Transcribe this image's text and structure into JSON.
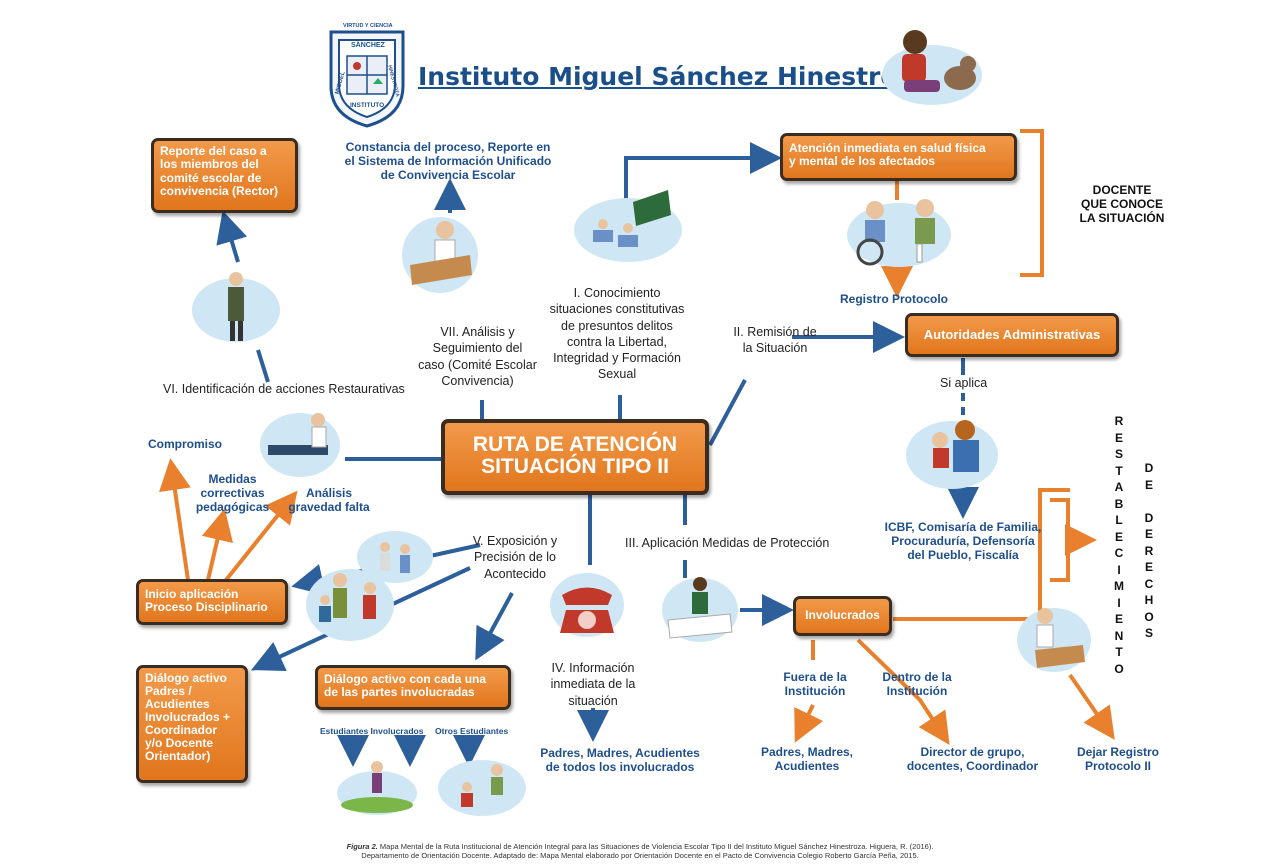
{
  "header": {
    "title": "Instituto Miguel Sánchez Hinestroza",
    "logo_text": [
      "VIRTUD Y CIENCIA",
      "SÁNCHEZ",
      "MIGUEL",
      "INSTITUTO",
      "HINESTROZA"
    ]
  },
  "center_box": {
    "line1": "RUTA DE ATENCIÓN",
    "line2": "SITUACIÓN TIPO II"
  },
  "boxes": {
    "reporte_caso": {
      "lines": [
        "Reporte del caso a",
        "los miembros del",
        "comité escolar de",
        "convivencia (Rector)"
      ]
    },
    "atencion_inmediata": {
      "lines": [
        "Atención inmediata en salud física",
        "y mental de los afectados"
      ]
    },
    "autoridades": {
      "lines": [
        "Autoridades Administrativas"
      ]
    },
    "inicio_aplicacion": {
      "lines": [
        "Inicio aplicación",
        "Proceso Disciplinario"
      ]
    },
    "dialogo_padres": {
      "lines": [
        "Diálogo activo",
        "Padres /",
        "Acudientes",
        "Involucrados +",
        "Coordinador",
        "y/o Docente",
        "Orientador)"
      ]
    },
    "dialogo_partes": {
      "lines": [
        "Diálogo activo con cada una",
        "de las partes involucradas"
      ]
    },
    "involucrados": {
      "lines": [
        "Involucrados"
      ]
    }
  },
  "blue_labels": {
    "constancia": [
      "Constancia del proceso, Reporte en",
      "el Sistema de Información Unificado",
      "de Convivencia Escolar"
    ],
    "docente": [
      "DOCENTE",
      "QUE CONOCE",
      "LA SITUACIÓN"
    ],
    "registro_protocolo": "Registro Protocolo",
    "compromiso": "Compromiso",
    "medidas": [
      "Medidas",
      "correctivas",
      "pedagógicas"
    ],
    "analisis": [
      "Análisis",
      "gravedad falta"
    ],
    "icbf": [
      "ICBF, Comisaría de Familia,",
      "Procuraduría, Defensoría",
      "del Pueblo, Fiscalía"
    ],
    "padres_todos": [
      "Padres, Madres, Acudientes",
      "de todos los involucrados"
    ],
    "fuera": [
      "Fuera de la",
      "Institución"
    ],
    "dentro": [
      "Dentro de la",
      "Institución"
    ],
    "padres_acudientes": [
      "Padres, Madres,",
      "Acudientes"
    ],
    "director": [
      "Director de grupo,",
      "docentes, Coordinador"
    ],
    "dejar_registro": [
      "Dejar Registro",
      "Protocolo II"
    ],
    "estudiantes_involucrados": "Estudiantes Involucrados",
    "otros_estudiantes": "Otros Estudiantes"
  },
  "dark_labels": {
    "conocimiento": [
      "I. Conocimiento",
      "situaciones constitutivas",
      "de presuntos delitos",
      "contra la Libertad,",
      "Integridad y Formación",
      "Sexual"
    ],
    "remision": [
      "II. Remisión de",
      "la Situación"
    ],
    "analisis_seguimiento": [
      "VII. Análisis y",
      "Seguimiento del",
      "caso (Comité Escolar",
      "Convivencia)"
    ],
    "identificacion": "VI. Identificación de acciones Restaurativas",
    "exposicion": [
      "V. Exposición y",
      "Precisión de lo",
      "Acontecido"
    ],
    "aplicacion_medidas": "III. Aplicación Medidas de Protección",
    "informacion": [
      "IV. Información",
      "inmediata de la",
      "situación"
    ],
    "si_aplica": "Si aplica"
  },
  "vertical_words": {
    "restablecimiento": [
      "R",
      "E",
      "S",
      "T",
      "A",
      "B",
      "L",
      "E",
      "C",
      "I",
      "M",
      "I",
      "E",
      "N",
      "T",
      "O"
    ],
    "de_derechos": [
      "D",
      "E",
      "",
      "D",
      "E",
      "R",
      "E",
      "C",
      "H",
      "O",
      "S"
    ]
  },
  "caption": {
    "line1_italic": "Figura 2.",
    "line1": " Mapa Mental de la Ruta Institucional de Atención Integral para las Situaciones de Violencia Escolar Tipo II del Instituto Miguel Sánchez Hinestroza. Higuera, R. (2016).",
    "line2": "Departamento de Orientación Docente. Adaptado de:  Mapa Mental elaborado por Orientación Docente en el Pacto de Convivencia Colegio Roberto García Peña, 2015."
  },
  "colors": {
    "blue": "#1e4f8c",
    "orange": "#e8802e",
    "line_blue": "#2d5f9a",
    "box_border": "#3a2c1e"
  }
}
